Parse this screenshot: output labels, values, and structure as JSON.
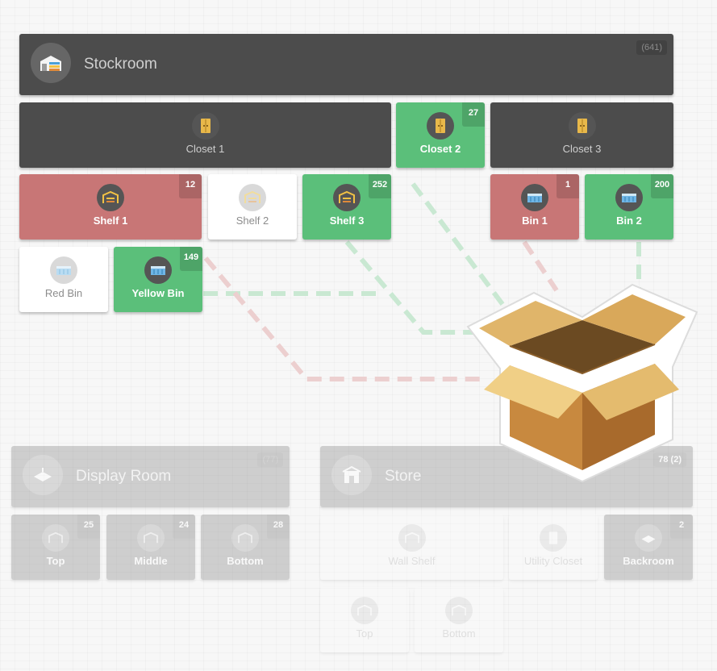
{
  "stockroom": {
    "title": "Stockroom",
    "count": "(641)",
    "closets": [
      {
        "label": "Closet 1",
        "count": ""
      },
      {
        "label": "Closet 2",
        "count": "27"
      },
      {
        "label": "Closet 3",
        "count": ""
      }
    ],
    "shelves": [
      {
        "label": "Shelf 1",
        "count": "12"
      },
      {
        "label": "Shelf 2",
        "count": ""
      },
      {
        "label": "Shelf 3",
        "count": "252"
      }
    ],
    "bins": [
      {
        "label": "Bin 1",
        "count": "1"
      },
      {
        "label": "Bin 2",
        "count": "200"
      }
    ],
    "sub_bins": [
      {
        "label": "Red Bin",
        "count": ""
      },
      {
        "label": "Yellow Bin",
        "count": "149"
      }
    ]
  },
  "display_room": {
    "title": "Display Room",
    "count": "(77)",
    "children": [
      {
        "label": "Top",
        "count": "25"
      },
      {
        "label": "Middle",
        "count": "24"
      },
      {
        "label": "Bottom",
        "count": "28"
      }
    ]
  },
  "store": {
    "title": "Store",
    "count": "78 (2)",
    "children": [
      {
        "label": "Wall Shelf",
        "count": ""
      },
      {
        "label": "Utility Closet",
        "count": ""
      },
      {
        "label": "Backroom",
        "count": "2"
      }
    ],
    "sub_children": [
      {
        "label": "Top",
        "count": ""
      },
      {
        "label": "Bottom",
        "count": ""
      }
    ]
  },
  "colors": {
    "dark": "#4c4c4c",
    "green": "#5bbf7a",
    "red": "#c87676",
    "white": "#ffffff"
  }
}
